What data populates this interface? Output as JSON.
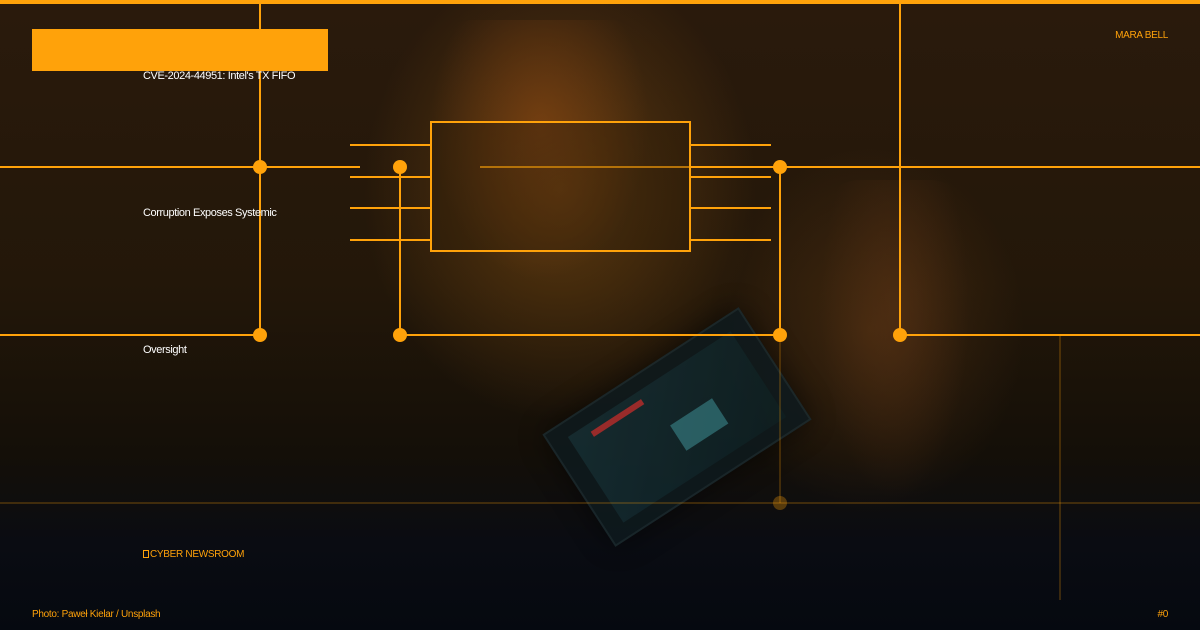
{
  "author": "MARA BELL",
  "title_lines": [
    "CVE-2024-44951: Intel's TX FIFO",
    "Corruption Exposes Systemic",
    "Oversight"
  ],
  "brand": {
    "icon": "shield-icon",
    "label": "CYBER NEWSROOM"
  },
  "photo_credit": "Photo: Paweł Kielar / Unsplash",
  "index": "#0",
  "colors": {
    "accent": "#ffa20a",
    "text": "#ffffff"
  }
}
